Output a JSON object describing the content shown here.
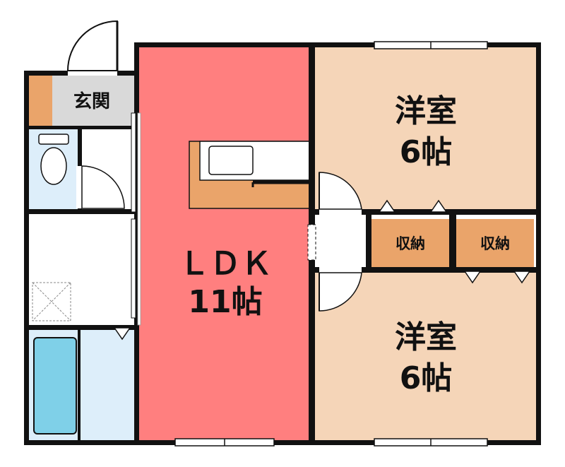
{
  "rooms": {
    "ldk": {
      "line1": "ＬＤＫ",
      "line2": "11帖"
    },
    "bedroom_top": {
      "line1": "洋室",
      "line2": "6帖"
    },
    "bedroom_bottom": {
      "line1": "洋室",
      "line2": "6帖"
    },
    "entrance": {
      "label": "玄関"
    },
    "storage_left": {
      "label": "収納"
    },
    "storage_right": {
      "label": "収納"
    }
  },
  "colors": {
    "ldk": "#ff7f7f",
    "bedroom": "#f5d5b8",
    "storage": "#eaa46a",
    "entrance_floor": "#d9d9d9",
    "wet_area": "#ddeefa",
    "bathtub": "#7fd0e8",
    "walls": "#111111"
  }
}
